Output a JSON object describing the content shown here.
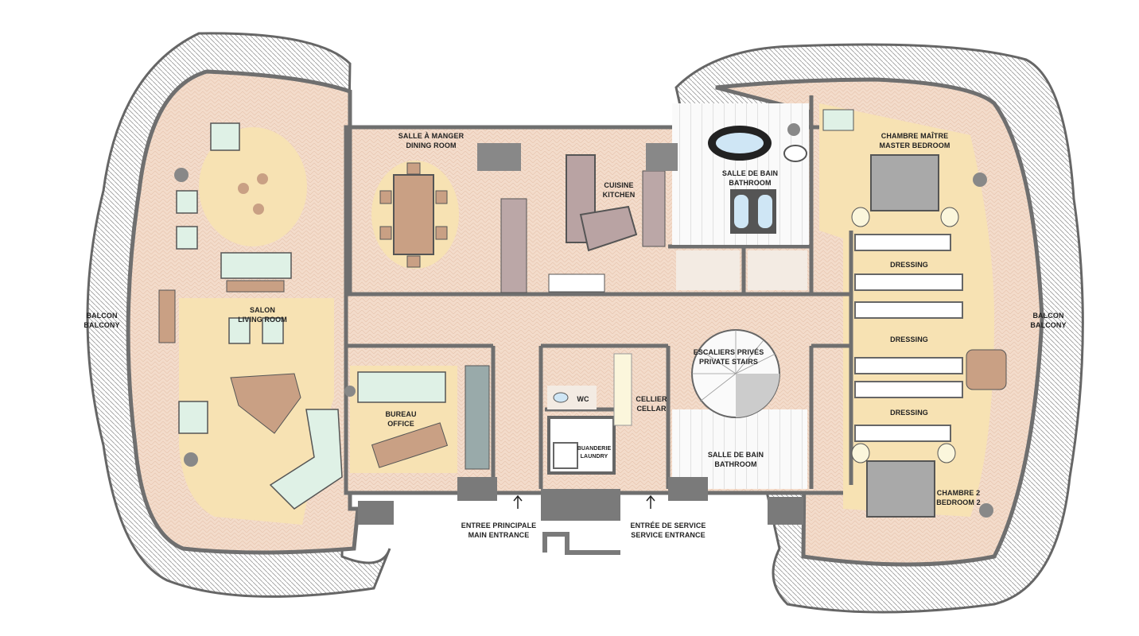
{
  "title": "Floor plan",
  "colors": {
    "floor": "#f3dccb",
    "rug": "#f7e2b3",
    "wall": "#6f6f6f",
    "balcony": "#8a8a8a",
    "furniture_green": "#dff1e6",
    "furniture_brown": "#c9a084",
    "water": "#cfe6f5"
  },
  "rooms": {
    "balcony_left": {
      "fr": "BALCON",
      "en": "BALCONY"
    },
    "balcony_right": {
      "fr": "BALCON",
      "en": "BALCONY"
    },
    "dining": {
      "fr": "SALLE À MANGER",
      "en": "DINING ROOM"
    },
    "kitchen": {
      "fr": "CUISINE",
      "en": "KITCHEN"
    },
    "master_bath": {
      "fr": "SALLE DE BAIN",
      "en": "BATHROOM"
    },
    "master_bedroom": {
      "fr": "CHAMBRE MAÎTRE",
      "en": "MASTER BEDROOM"
    },
    "dressing_1": {
      "label": "DRESSING"
    },
    "dressing_2": {
      "label": "DRESSING"
    },
    "dressing_3": {
      "label": "DRESSING"
    },
    "living": {
      "fr": "SALON",
      "en": "LIVING ROOM"
    },
    "office": {
      "fr": "BUREAU",
      "en": "OFFICE"
    },
    "wc": {
      "label": "WC"
    },
    "cellar": {
      "fr": "CELLIER",
      "en": "CELLAR"
    },
    "laundry": {
      "fr": "BUANDERIE",
      "en": "LAUNDRY"
    },
    "stairs": {
      "fr": "ESCALIERS PRIVÉS",
      "en": "PRIVATE STAIRS"
    },
    "bath2": {
      "fr": "SALLE DE BAIN",
      "en": "BATHROOM"
    },
    "bedroom2": {
      "fr": "CHAMBRE 2",
      "en": "BEDROOM 2"
    },
    "main_entrance": {
      "fr": "ENTREE PRINCIPALE",
      "en": "MAIN ENTRANCE"
    },
    "service_entrance": {
      "fr": "ENTRÉE DE SERVICE",
      "en": "SERVICE ENTRANCE"
    }
  }
}
